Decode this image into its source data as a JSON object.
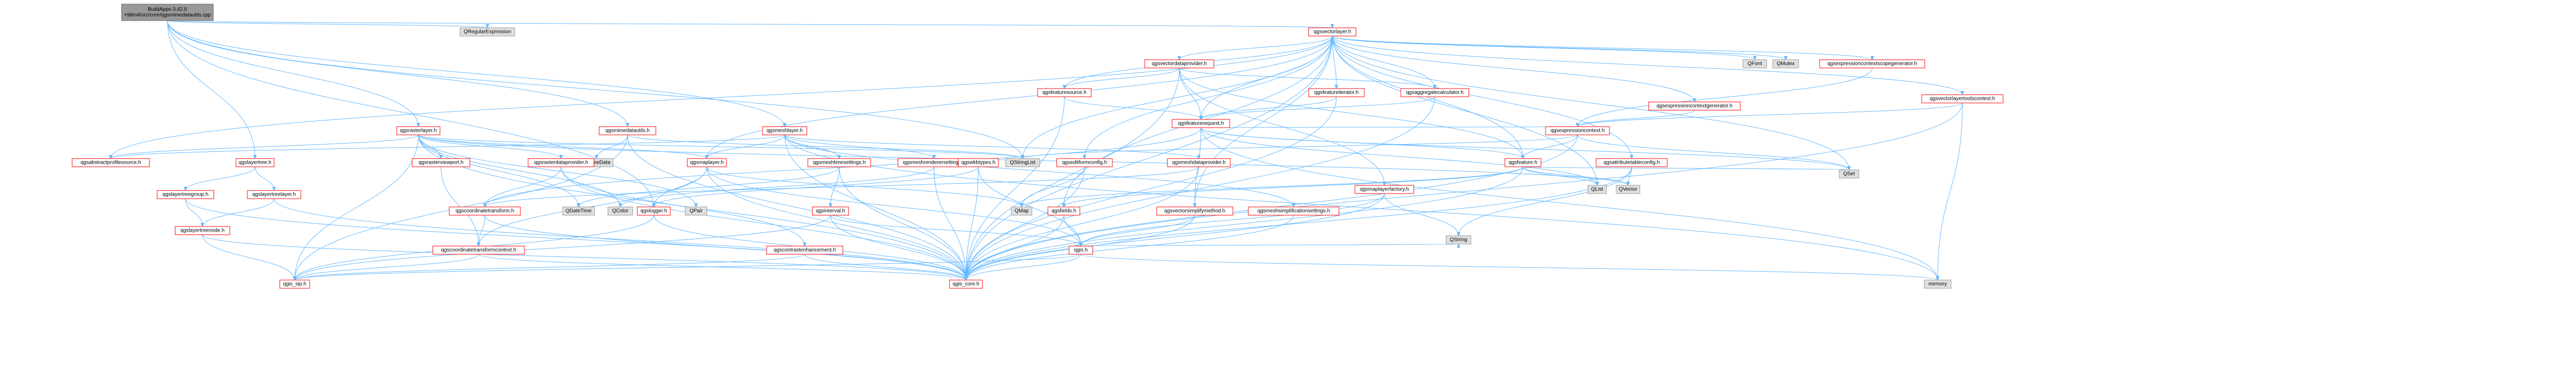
{
  "graph": {
    "root": "BuildApps-3.42.0+98m4/src/core/qgsmimedatautils.cpp",
    "colors": {
      "root_fill": "#999999",
      "root_border": "#666666",
      "project_fill": "#ffffff",
      "project_border": "#ff0000",
      "external_fill": "#e0e0e0",
      "external_border": "#999999",
      "edge": "#63b8ff"
    },
    "nodes": [
      {
        "id": "root",
        "label_lines": [
          "BuildApps-3.42.0",
          "+98m4/src/core/qgsmimedatautils.cpp"
        ],
        "kind": "root"
      },
      {
        "id": "qgsvectorlayer",
        "label_lines": [
          "qgsvectorlayer.h"
        ],
        "kind": "project"
      },
      {
        "id": "qregularexpression",
        "label_lines": [
          "QRegularExpression"
        ],
        "kind": "external"
      },
      {
        "id": "qgsrasterlayer",
        "label_lines": [
          "qgsrasterlayer.h"
        ],
        "kind": "project"
      },
      {
        "id": "qgsmimedatautils_h",
        "label_lines": [
          "qgsmimedatautils.h"
        ],
        "kind": "project"
      },
      {
        "id": "qgsmeshlayer",
        "label_lines": [
          "qgsmeshlayer.h"
        ],
        "kind": "project"
      },
      {
        "id": "qgslayertree",
        "label_lines": [
          "qgslayertree.h"
        ],
        "kind": "project"
      },
      {
        "id": "qgslogger",
        "label_lines": [
          "qgslogger.h"
        ],
        "kind": "project"
      },
      {
        "id": "qgsvectordataprovider",
        "label_lines": [
          "qgsvectordataprovider.h"
        ],
        "kind": "project"
      },
      {
        "id": "qfont",
        "label_lines": [
          "QFont"
        ],
        "kind": "external"
      },
      {
        "id": "qmutex",
        "label_lines": [
          "QMutex"
        ],
        "kind": "external"
      },
      {
        "id": "qgsexpressioncontextscopegenerator",
        "label_lines": [
          "qgsexpressioncontextscopegenerator.h"
        ],
        "kind": "project"
      },
      {
        "id": "qgsvectorlayertoolscontext",
        "label_lines": [
          "qgsvectorlayertoolscontext.h"
        ],
        "kind": "project"
      },
      {
        "id": "qgsfeaturesource",
        "label_lines": [
          "qgsfeaturesource.h"
        ],
        "kind": "project"
      },
      {
        "id": "qgsfeatureiterator",
        "label_lines": [
          "qgsfeatureiterator.h"
        ],
        "kind": "project"
      },
      {
        "id": "qgsaggregatecalculator",
        "label_lines": [
          "qgsaggregatecalculator.h"
        ],
        "kind": "project"
      },
      {
        "id": "qgsexpressioncontextgenerator",
        "label_lines": [
          "qgsexpressioncontextgenerator.h"
        ],
        "kind": "project"
      },
      {
        "id": "qgsfeaturerequest",
        "label_lines": [
          "qgsfeaturerequest.h"
        ],
        "kind": "project"
      },
      {
        "id": "qgsexpressioncontext",
        "label_lines": [
          "qgsexpressioncontext.h"
        ],
        "kind": "project"
      },
      {
        "id": "qgsabstractprofilesource",
        "label_lines": [
          "qgsabstractprofilesource.h"
        ],
        "kind": "project"
      },
      {
        "id": "qmimedata",
        "label_lines": [
          "QMimeData"
        ],
        "kind": "external"
      },
      {
        "id": "qstringlist",
        "label_lines": [
          "QStringList"
        ],
        "kind": "external"
      },
      {
        "id": "qgsfeature",
        "label_lines": [
          "qgsfeature.h"
        ],
        "kind": "project"
      },
      {
        "id": "qgsattributetableconfig",
        "label_lines": [
          "qgsattributetableconfig.h"
        ],
        "kind": "project"
      },
      {
        "id": "qset",
        "label_lines": [
          "QSet"
        ],
        "kind": "external"
      },
      {
        "id": "qgsrasterviewport",
        "label_lines": [
          "qgsrasterviewport.h"
        ],
        "kind": "project"
      },
      {
        "id": "qgsrasterdataprovider",
        "label_lines": [
          "qgsrasterdataprovider.h"
        ],
        "kind": "project"
      },
      {
        "id": "qgsmaplayer",
        "label_lines": [
          "qgsmaplayer.h"
        ],
        "kind": "project"
      },
      {
        "id": "qgsmeshtimesettings",
        "label_lines": [
          "qgsmeshtimesettings.h"
        ],
        "kind": "project"
      },
      {
        "id": "qgsmeshrenderersettings",
        "label_lines": [
          "qgsmeshrenderersettings.h"
        ],
        "kind": "project"
      },
      {
        "id": "qgswkbtypes",
        "label_lines": [
          "qgswkbtypes.h"
        ],
        "kind": "project"
      },
      {
        "id": "qgseditformconfig",
        "label_lines": [
          "qgseditformconfig.h"
        ],
        "kind": "project"
      },
      {
        "id": "qgsmeshdataprovider",
        "label_lines": [
          "qgsmeshdataprovider.h"
        ],
        "kind": "project"
      },
      {
        "id": "qgsmaplayerfactory",
        "label_lines": [
          "qgsmaplayerfactory.h"
        ],
        "kind": "project"
      },
      {
        "id": "qlist",
        "label_lines": [
          "QList"
        ],
        "kind": "external"
      },
      {
        "id": "qvector",
        "label_lines": [
          "QVector"
        ],
        "kind": "external"
      },
      {
        "id": "qgslayertreegroup",
        "label_lines": [
          "qgslayertreegroup.h"
        ],
        "kind": "project"
      },
      {
        "id": "qgslayertreelayer",
        "label_lines": [
          "qgslayertreelayer.h"
        ],
        "kind": "project"
      },
      {
        "id": "qgscoordinatetransform",
        "label_lines": [
          "qgscoordinatetransform.h"
        ],
        "kind": "project"
      },
      {
        "id": "qdatetime",
        "label_lines": [
          "QDateTime"
        ],
        "kind": "external"
      },
      {
        "id": "qcolor",
        "label_lines": [
          "QColor"
        ],
        "kind": "external"
      },
      {
        "id": "qpair",
        "label_lines": [
          "QPair"
        ],
        "kind": "external"
      },
      {
        "id": "qgsinterval",
        "label_lines": [
          "qgsinterval.h"
        ],
        "kind": "project"
      },
      {
        "id": "qmap",
        "label_lines": [
          "QMap"
        ],
        "kind": "external"
      },
      {
        "id": "qgsfields",
        "label_lines": [
          "qgsfields.h"
        ],
        "kind": "project"
      },
      {
        "id": "qgsvectorsimplifymethod",
        "label_lines": [
          "qgsvectorsimplifymethod.h"
        ],
        "kind": "project"
      },
      {
        "id": "qgsmeshsimplificationsettings",
        "label_lines": [
          "qgsmeshsimplificationsettings.h"
        ],
        "kind": "project"
      },
      {
        "id": "qstring",
        "label_lines": [
          "QString"
        ],
        "kind": "external"
      },
      {
        "id": "qgslayertreenode",
        "label_lines": [
          "qgslayertreenode.h"
        ],
        "kind": "project"
      },
      {
        "id": "qgscoordinatetransformcontext",
        "label_lines": [
          "qgscoordinatetransformcontext.h"
        ],
        "kind": "project"
      },
      {
        "id": "qgscontrastenhancement",
        "label_lines": [
          "qgscontrastenhancement.h"
        ],
        "kind": "project"
      },
      {
        "id": "qgis_h",
        "label_lines": [
          "qgis.h"
        ],
        "kind": "project"
      },
      {
        "id": "qgis_sip",
        "label_lines": [
          "qgis_sip.h"
        ],
        "kind": "project"
      },
      {
        "id": "qgis_core",
        "label_lines": [
          "qgis_core.h"
        ],
        "kind": "project"
      },
      {
        "id": "memory",
        "label_lines": [
          "memory"
        ],
        "kind": "external"
      }
    ],
    "edges": [
      [
        "root",
        "qgsvectorlayer"
      ],
      [
        "root",
        "qregularexpression"
      ],
      [
        "root",
        "qgsrasterlayer"
      ],
      [
        "root",
        "qgsmimedatautils_h"
      ],
      [
        "root",
        "qgsmeshlayer"
      ],
      [
        "root",
        "qgslayertree"
      ],
      [
        "root",
        "qgslogger"
      ],
      [
        "root",
        "qstringlist"
      ],
      [
        "qgsvectorlayer",
        "qgsvectordataprovider"
      ],
      [
        "qgsvectorlayer",
        "qfont"
      ],
      [
        "qgsvectorlayer",
        "qmutex"
      ],
      [
        "qgsvectorlayer",
        "qgsexpressioncontextscopegenerator"
      ],
      [
        "qgsvectorlayer",
        "qgsvectorlayertoolscontext"
      ],
      [
        "qgsvectorlayer",
        "qgsfeaturesource"
      ],
      [
        "qgsvectorlayer",
        "qgsfeatureiterator"
      ],
      [
        "qgsvectorlayer",
        "qgsaggregatecalculator"
      ],
      [
        "qgsvectorlayer",
        "qgsexpressioncontextgenerator"
      ],
      [
        "qgsvectorlayer",
        "qgsfeaturerequest"
      ],
      [
        "qgsvectorlayer",
        "qgsmaplayer"
      ],
      [
        "qgsvectorlayer",
        "qgsfields"
      ],
      [
        "qgsvectorlayer",
        "qgseditformconfig"
      ],
      [
        "qgsvectorlayer",
        "qgsattributetableconfig"
      ],
      [
        "qgsvectorlayer",
        "qgsvectorsimplifymethod"
      ],
      [
        "qgsvectorlayer",
        "qgsfeature"
      ],
      [
        "qgsvectorlayer",
        "qgsabstractprofilesource"
      ],
      [
        "qgsvectorlayer",
        "qset"
      ],
      [
        "qgsvectorlayer",
        "qlist"
      ],
      [
        "qgsvectorlayer",
        "qstringlist"
      ],
      [
        "qgsvectorlayer",
        "qgis_core"
      ],
      [
        "qgsvectordataprovider",
        "qgsfeaturesource"
      ],
      [
        "qgsvectordataprovider",
        "qgsfeaturerequest"
      ],
      [
        "qgsvectordataprovider",
        "qgsaggregatecalculator"
      ],
      [
        "qgsvectordataprovider",
        "qgsfeature"
      ],
      [
        "qgsvectordataprovider",
        "qgsmaplayerfactory"
      ],
      [
        "qgsvectordataprovider",
        "qgis_core"
      ],
      [
        "qgsfeaturesource",
        "qgsfeaturerequest"
      ],
      [
        "qgsfeaturesource",
        "qgis_core"
      ],
      [
        "qgsfeatureiterator",
        "qgsfeaturerequest"
      ],
      [
        "qgsfeatureiterator",
        "qgis_core"
      ],
      [
        "qgsaggregatecalculator",
        "qgsfeaturerequest"
      ],
      [
        "qgsaggregatecalculator",
        "qgis_core"
      ],
      [
        "qgsexpressioncontextscopegenerator",
        "qgsexpressioncontext"
      ],
      [
        "qgsexpressioncontextgenerator",
        "qgsexpressioncontext"
      ],
      [
        "qgsvectorlayertoolscontext",
        "qgsexpressioncontext"
      ],
      [
        "qgsvectorlayertoolscontext",
        "memory"
      ],
      [
        "qgsvectorlayertoolscontext",
        "qgis_core"
      ],
      [
        "qgsfeaturerequest",
        "qgsexpressioncontext"
      ],
      [
        "qgsfeaturerequest",
        "qgsfeature"
      ],
      [
        "qgsfeaturerequest",
        "qgscoordinatetransform"
      ],
      [
        "qgsfeaturerequest",
        "qgsvectorsimplifymethod"
      ],
      [
        "qgsfeaturerequest",
        "qset"
      ],
      [
        "qgsfeaturerequest",
        "qlist"
      ],
      [
        "qgsfeaturerequest",
        "memory"
      ],
      [
        "qgsexpressioncontext",
        "qgsfeature"
      ],
      [
        "qgsexpressioncontext",
        "qset"
      ],
      [
        "qgsexpressioncontext",
        "qstringlist"
      ],
      [
        "qgsexpressioncontext",
        "qgis_core"
      ],
      [
        "qgsfeature",
        "qgsfields"
      ],
      [
        "qgsfeature",
        "qvector"
      ],
      [
        "qgsfeature",
        "qset"
      ],
      [
        "qgsfeature",
        "qlist"
      ],
      [
        "qgsfeature",
        "qmap"
      ],
      [
        "qgsfeature",
        "qgis_core"
      ],
      [
        "qgsattributetableconfig",
        "qvector"
      ],
      [
        "qgsattributetableconfig",
        "qstring"
      ],
      [
        "qgsattributetableconfig",
        "qgis_core"
      ],
      [
        "qgsrasterlayer",
        "qgsrasterviewport"
      ],
      [
        "qgsrasterlayer",
        "qgsrasterdataprovider"
      ],
      [
        "qgsrasterlayer",
        "qgsmaplayer"
      ],
      [
        "qgsrasterlayer",
        "qgsabstractprofilesource"
      ],
      [
        "qgsrasterlayer",
        "qdatetime"
      ],
      [
        "qgsrasterlayer",
        "qcolor"
      ],
      [
        "qgsrasterlayer",
        "qpair"
      ],
      [
        "qgsrasterlayer",
        "qvector"
      ],
      [
        "qgsrasterlayer",
        "qstringlist"
      ],
      [
        "qgsrasterlayer",
        "qgis_sip"
      ],
      [
        "qgsrasterlayer",
        "qgis_core"
      ],
      [
        "qgsmimedatautils_h",
        "qmimedata"
      ],
      [
        "qgsmimedatautils_h",
        "qstringlist"
      ],
      [
        "qgsmimedatautils_h",
        "qgis_core"
      ],
      [
        "qgsmimedatautils_h",
        "qgis_sip"
      ],
      [
        "qgsmeshlayer",
        "qgsmaplayer"
      ],
      [
        "qgsmeshlayer",
        "qgsmeshtimesettings"
      ],
      [
        "qgsmeshlayer",
        "qgsmeshrenderersettings"
      ],
      [
        "qgsmeshlayer",
        "qgsmeshdataprovider"
      ],
      [
        "qgsmeshlayer",
        "qgsmeshsimplificationsettings"
      ],
      [
        "qgsmeshlayer",
        "qgsabstractprofilesource"
      ],
      [
        "qgsmeshlayer",
        "qgis_core"
      ],
      [
        "qgsmeshlayer",
        "memory"
      ],
      [
        "qgslayertree",
        "qgslayertreegroup"
      ],
      [
        "qgslayertree",
        "qgslayertreelayer"
      ],
      [
        "qgslayertreegroup",
        "qgslayertreenode"
      ],
      [
        "qgslayertreegroup",
        "qgis_core"
      ],
      [
        "qgslayertreelayer",
        "qgslayertreenode"
      ],
      [
        "qgslayertreelayer",
        "qgis_core"
      ],
      [
        "qgslayertreenode",
        "qgis_sip"
      ],
      [
        "qgslayertreenode",
        "qgis_core"
      ],
      [
        "qgsrasterviewport",
        "qgscoordinatetransformcontext"
      ],
      [
        "qgsrasterdataprovider",
        "qgscontrastenhancement"
      ],
      [
        "qgsrasterdataprovider",
        "qgscoordinatetransform"
      ],
      [
        "qgsrasterdataprovider",
        "qgis_core"
      ],
      [
        "qgsmaplayer",
        "qgscoordinatetransformcontext"
      ],
      [
        "qgsmaplayer",
        "qgslogger"
      ],
      [
        "qgsmaplayer",
        "qgis_h"
      ],
      [
        "qgsmaplayer",
        "qmap"
      ],
      [
        "qgsmaplayer",
        "qgis_core"
      ],
      [
        "qgsmeshtimesettings",
        "qgsinterval"
      ],
      [
        "qgsmeshtimesettings",
        "qdatetime"
      ],
      [
        "qgsmeshtimesettings",
        "qgis_core"
      ],
      [
        "qgsmeshrenderersettings",
        "qcolor"
      ],
      [
        "qgsmeshrenderersettings",
        "qgis_core"
      ],
      [
        "qgswkbtypes",
        "qgslogger"
      ],
      [
        "qgswkbtypes",
        "qgis_h"
      ],
      [
        "qgswkbtypes",
        "qgis_core"
      ],
      [
        "qgseditformconfig",
        "qmap"
      ],
      [
        "qgseditformconfig",
        "qgis_core"
      ],
      [
        "qgsmeshdataprovider",
        "qgscoordinatetransform"
      ],
      [
        "qgsmeshdataprovider",
        "qgis_core"
      ],
      [
        "qgsmaplayerfactory",
        "qgis_h"
      ],
      [
        "qgsmaplayerfactory",
        "qstring"
      ],
      [
        "qgsmaplayerfactory",
        "qgis_core"
      ],
      [
        "qgscoordinatetransform",
        "qgscoordinatetransformcontext"
      ],
      [
        "qgscoordinatetransform",
        "qgis_core"
      ],
      [
        "qgscoordinatetransformcontext",
        "qgis_sip"
      ],
      [
        "qgscoordinatetransformcontext",
        "qgis_core"
      ],
      [
        "qgsinterval",
        "qgis_h"
      ],
      [
        "qgsinterval",
        "qgis_sip"
      ],
      [
        "qgsinterval",
        "qgis_core"
      ],
      [
        "qgsfields",
        "qgis_h"
      ],
      [
        "qgsfields",
        "qgis_core"
      ],
      [
        "qgsvectorsimplifymethod",
        "qgis_h"
      ],
      [
        "qgsvectorsimplifymethod",
        "qgis_core"
      ],
      [
        "qgsmeshsimplificationsettings",
        "qgis_core"
      ],
      [
        "qgscontrastenhancement",
        "qgis_sip"
      ],
      [
        "qgscontrastenhancement",
        "qgis_core"
      ],
      [
        "qgslogger",
        "qgis_core"
      ],
      [
        "qgslogger",
        "qgis_sip"
      ],
      [
        "qgis_h",
        "qgis_sip"
      ],
      [
        "qgis_h",
        "qgis_core"
      ],
      [
        "qgis_h",
        "qstring"
      ],
      [
        "qgis_h",
        "memory"
      ]
    ]
  }
}
